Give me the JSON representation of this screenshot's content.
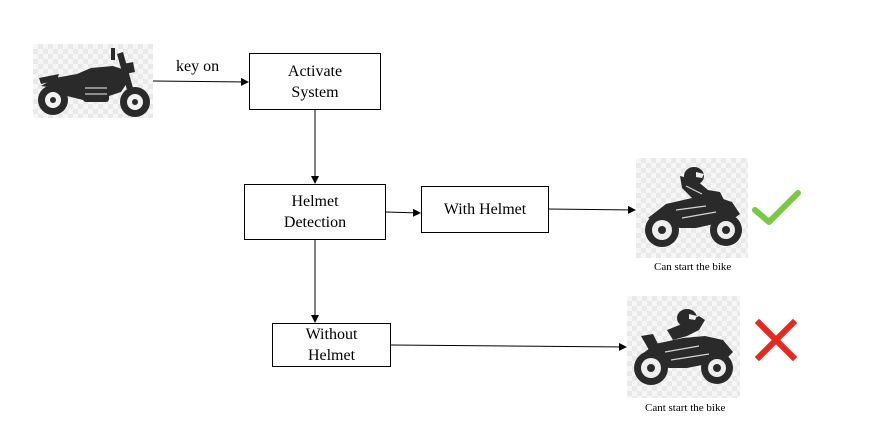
{
  "diagram": {
    "edge_label_key_on": "key on",
    "nodes": {
      "activate": "Activate\nSystem",
      "detection": "Helmet\nDetection",
      "with_helmet": "With Helmet",
      "without_helmet": "Without\nHelmet"
    },
    "captions": {
      "can_start": "Can start the bike",
      "cant_start": "Cant start the bike"
    },
    "icons": {
      "start": "motorcycle-icon",
      "with_helmet_result": "helmeted-rider-icon",
      "without_helmet_result": "helmeted-rider-icon",
      "success": "checkmark-icon",
      "failure": "cross-icon"
    },
    "colors": {
      "check": "#7ac943",
      "cross": "#e8281e",
      "silhouette": "#2a2a2a"
    }
  }
}
